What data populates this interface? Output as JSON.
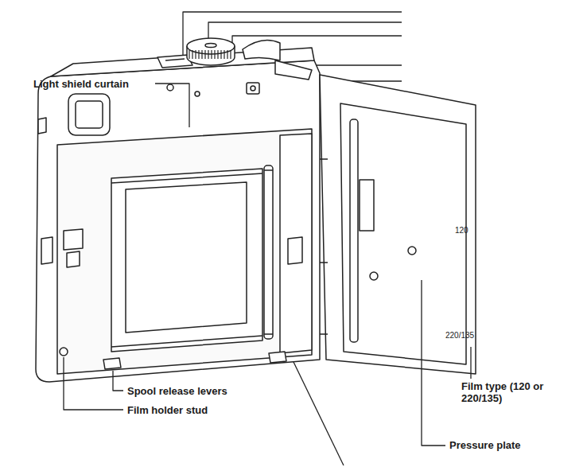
{
  "diagram": {
    "labels": [
      "Light shield curtain",
      "120",
      "220/135",
      "Spool release levers",
      "Film holder stud",
      "Film type (120 or 220/135)",
      "Pressure plate"
    ]
  }
}
